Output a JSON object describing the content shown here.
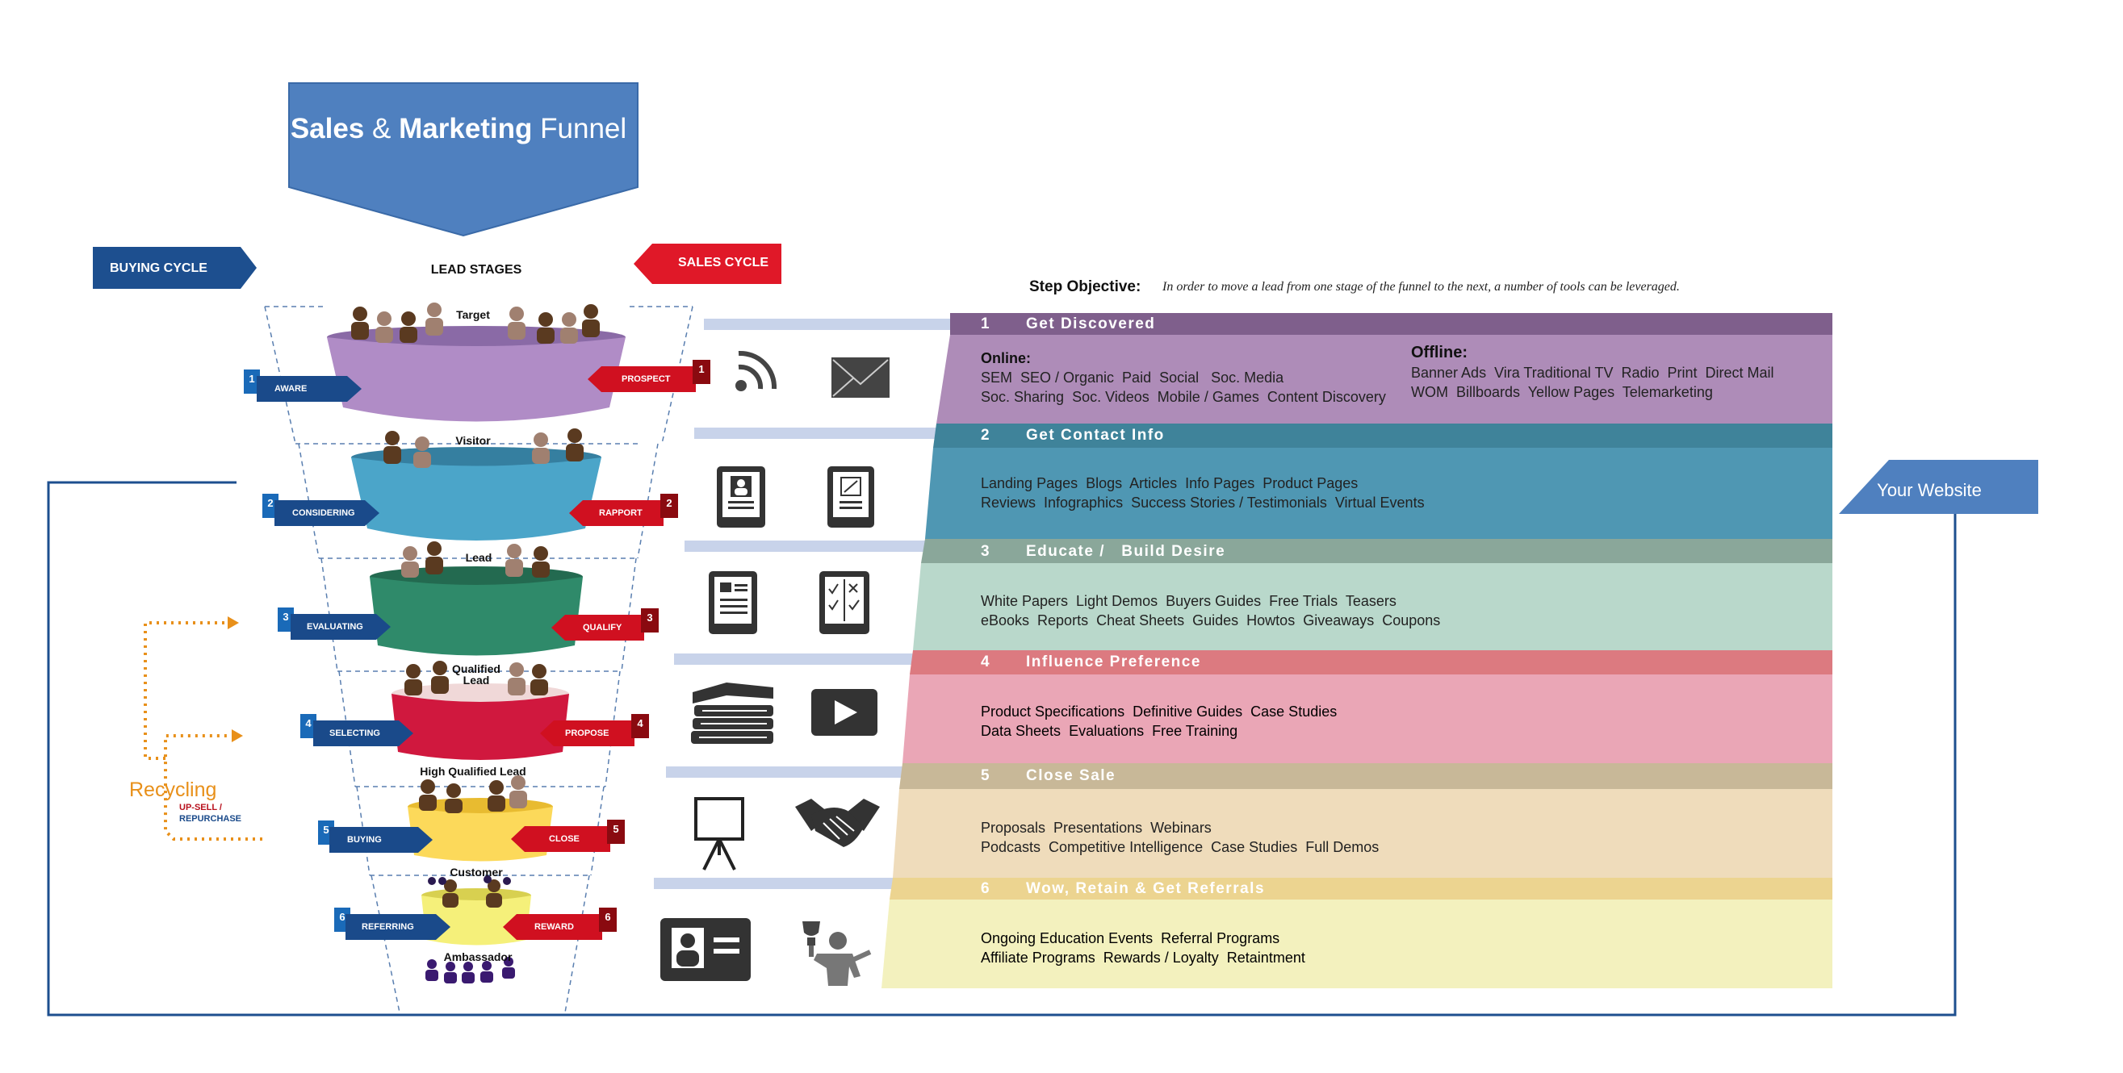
{
  "title": {
    "part1": "Sales",
    "amp": "&",
    "part2": "Marketing",
    "part3": "Funnel"
  },
  "buying_cycle": "BUYING CYCLE",
  "sales_cycle": "SALES CYCLE",
  "lead_stages": "LEAD STAGES",
  "stages": [
    {
      "name": "Target",
      "color": "#b08cc6",
      "rim": "#8a6aa6"
    },
    {
      "name": "Visitor",
      "color": "#4ba5c9",
      "rim": "#357fa0"
    },
    {
      "name": "Lead",
      "color": "#2f8a6a",
      "rim": "#236a50"
    },
    {
      "name_line1": "Qualified",
      "name_line2": "Lead",
      "color": "#d0183e",
      "rim": "#a01030"
    },
    {
      "name": "High Qualified Lead",
      "color": "#fcd95a",
      "rim": "#e8bb30"
    },
    {
      "name": "Customer",
      "color": "#f5f07a",
      "rim": "#d8d050"
    },
    {
      "name": "Ambassador"
    }
  ],
  "buying_tags": [
    {
      "num": "1",
      "label": "AWARE"
    },
    {
      "num": "2",
      "label": "CONSIDERING"
    },
    {
      "num": "3",
      "label": "EVALUATING"
    },
    {
      "num": "4",
      "label": "SELECTING"
    },
    {
      "num": "5",
      "label": "BUYING"
    },
    {
      "num": "6",
      "label": "REFERRING"
    }
  ],
  "sales_tags": [
    {
      "num": "1",
      "label": "PROSPECT"
    },
    {
      "num": "2",
      "label": "RAPPORT"
    },
    {
      "num": "3",
      "label": "QUALIFY"
    },
    {
      "num": "4",
      "label": "PROPOSE"
    },
    {
      "num": "5",
      "label": "CLOSE"
    },
    {
      "num": "6",
      "label": "REWARD"
    }
  ],
  "recycling": {
    "label": "Recycling",
    "upsell": "UP-SELL /",
    "repurchase": "REPURCHASE"
  },
  "objective": {
    "label": "Step Objective:",
    "text": "In order to move a lead from one stage of the funnel to the next, a number of tools can be leveraged."
  },
  "steps": [
    {
      "num": "1",
      "title": "Get Discovered",
      "head_color": "#7f5f8c",
      "body_color": "#ae8cb8",
      "icons": [
        "rss-icon",
        "envelope-icon"
      ],
      "online_label": "Online:",
      "online_line1": "SEM  SEO / Organic  Paid  Social   Soc. Media",
      "online_line2": "Soc. Sharing  Soc. Videos  Mobile / Games  Content Discovery",
      "offline_label": "Offline:",
      "offline_line1": "Banner Ads  Vira Traditional TV  Radio  Print  Direct Mail",
      "offline_line2": "WOM  Billboards  Yellow Pages  Telemarketing"
    },
    {
      "num": "2",
      "title": "Get Contact Info",
      "head_color": "#3f839a",
      "body_color": "#4f97b3",
      "icons": [
        "contact-card-icon",
        "signup-form-icon"
      ],
      "line1": "Landing Pages  Blogs  Articles  Info Pages  Product Pages",
      "line2": "Reviews  Infographics  Success Stories / Testimonials  Virtual Events"
    },
    {
      "num": "3",
      "title": "Educate /   Build Desire",
      "head_color": "#8aa79a",
      "body_color": "#b9d8cb",
      "icons": [
        "document-icon",
        "checklist-icon"
      ],
      "line1": "White Papers  Light Demos  Buyers Guides  Free Trials  Teasers",
      "line2": "eBooks  Reports  Cheat Sheets  Guides  Howtos  Giveaways  Coupons"
    },
    {
      "num": "4",
      "title": "Influence Preference",
      "head_color": "#dc7a80",
      "body_color": "#eaa6b6",
      "icons": [
        "books-icon",
        "video-play-icon"
      ],
      "line1": "Product Specifications  Definitive Guides  Case Studies",
      "line2": "Data Sheets  Evaluations  Free Training"
    },
    {
      "num": "5",
      "title": "Close Sale",
      "head_color": "#c8b898",
      "body_color": "#efdcbb",
      "icons": [
        "presentation-board-icon",
        "handshake-icon"
      ],
      "line1": "Proposals  Presentations  Webinars",
      "line2": "Podcasts  Competitive Intelligence  Case Studies  Full Demos"
    },
    {
      "num": "6",
      "title": "Wow, Retain & Get Referrals",
      "head_color": "#ecd490",
      "body_color": "#f3f1be",
      "icons": [
        "id-card-icon",
        "trophy-person-icon"
      ],
      "line1": "Ongoing Education Events  Referral Programs",
      "line2": "Affiliate Programs  Rewards / Loyalty  Retaintment"
    }
  ],
  "your_website": "Your Website"
}
